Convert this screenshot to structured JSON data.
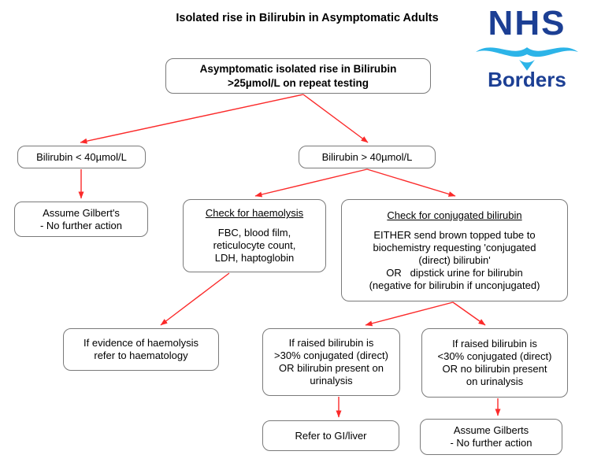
{
  "title": "Isolated rise in Bilirubin in Asymptomatic Adults",
  "logo": {
    "org": "NHS",
    "region": "Borders",
    "navy": "#1c3f94",
    "light_blue": "#2cb4e8"
  },
  "colors": {
    "arrow_red": "#fb2a2a",
    "box_border_gray": "#7a7a7a",
    "text_black": "#000000",
    "background": "#ffffff"
  },
  "nodes": {
    "start": {
      "lines": [
        "Asymptomatic isolated rise in Bilirubin",
        ">25µmol/L on repeat testing"
      ]
    },
    "bili_low": {
      "lines": [
        "Bilirubin < 40µmol/L"
      ]
    },
    "bili_high": {
      "lines": [
        "Bilirubin > 40µmol/L"
      ]
    },
    "assume_gilberts": {
      "lines": [
        "Assume Gilbert's",
        "- No further action"
      ]
    },
    "check_haemolysis": {
      "heading": "Check for haemolysis",
      "lines": [
        "FBC, blood film,",
        "reticulocyte count,",
        "LDH, haptoglobin"
      ]
    },
    "check_conjugated": {
      "heading": "Check for conjugated bilirubin",
      "lines": [
        "EITHER send brown topped tube to",
        "biochemistry requesting 'conjugated",
        "(direct) bilirubin'",
        "OR   dipstick urine for bilirubin",
        "(negative for bilirubin if unconjugated)"
      ]
    },
    "refer_haematology": {
      "lines": [
        "If evidence of haemolysis",
        "refer to haematology"
      ]
    },
    "conjugated_over_30": {
      "lines": [
        "If raised bilirubin is",
        ">30% conjugated (direct)",
        "OR bilirubin present on",
        "urinalysis"
      ]
    },
    "conjugated_under_30": {
      "lines": [
        "If raised bilirubin is",
        "<30% conjugated (direct)",
        "OR no bilirubin present",
        "on urinalysis"
      ]
    },
    "refer_gi_liver": {
      "lines": [
        "Refer to GI/liver"
      ]
    },
    "assume_gilberts_final": {
      "lines": [
        "Assume Gilberts",
        "- No further action"
      ]
    }
  }
}
